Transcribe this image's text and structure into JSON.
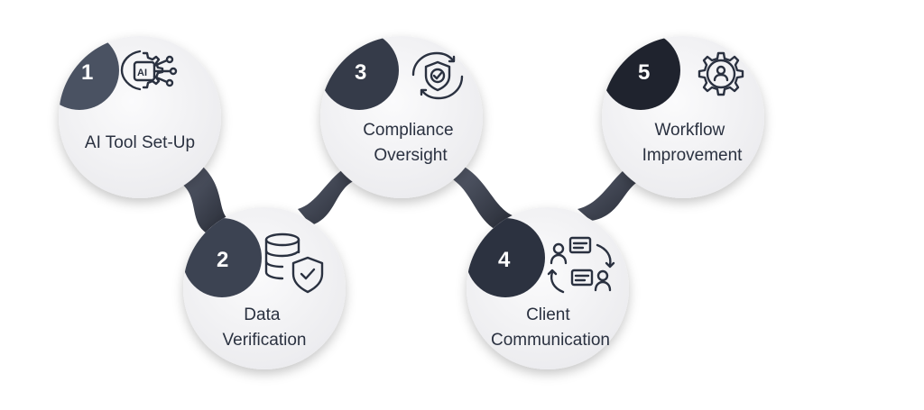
{
  "steps": [
    {
      "number": "1",
      "title_lines": [
        "AI Tool Set-Up"
      ],
      "icon": "ai-chip-gear-icon",
      "icon_text": "AI",
      "badge_color": "#4a5262"
    },
    {
      "number": "2",
      "title_lines": [
        "Data",
        "Verification"
      ],
      "icon": "database-shield-icon",
      "badge_color": "#3c4352"
    },
    {
      "number": "3",
      "title_lines": [
        "Compliance",
        "Oversight"
      ],
      "icon": "shield-check-cycle-icon",
      "badge_color": "#353b49"
    },
    {
      "number": "4",
      "title_lines": [
        "Client",
        "Communication"
      ],
      "icon": "client-chat-exchange-icon",
      "badge_color": "#2c3240"
    },
    {
      "number": "5",
      "title_lines": [
        "Workflow",
        "Improvement"
      ],
      "icon": "user-gear-icon",
      "badge_color": "#1f232e"
    }
  ],
  "colors": {
    "connector": "#2b303c",
    "circle_fill": "#f4f4f5",
    "text": "#2a3140"
  }
}
